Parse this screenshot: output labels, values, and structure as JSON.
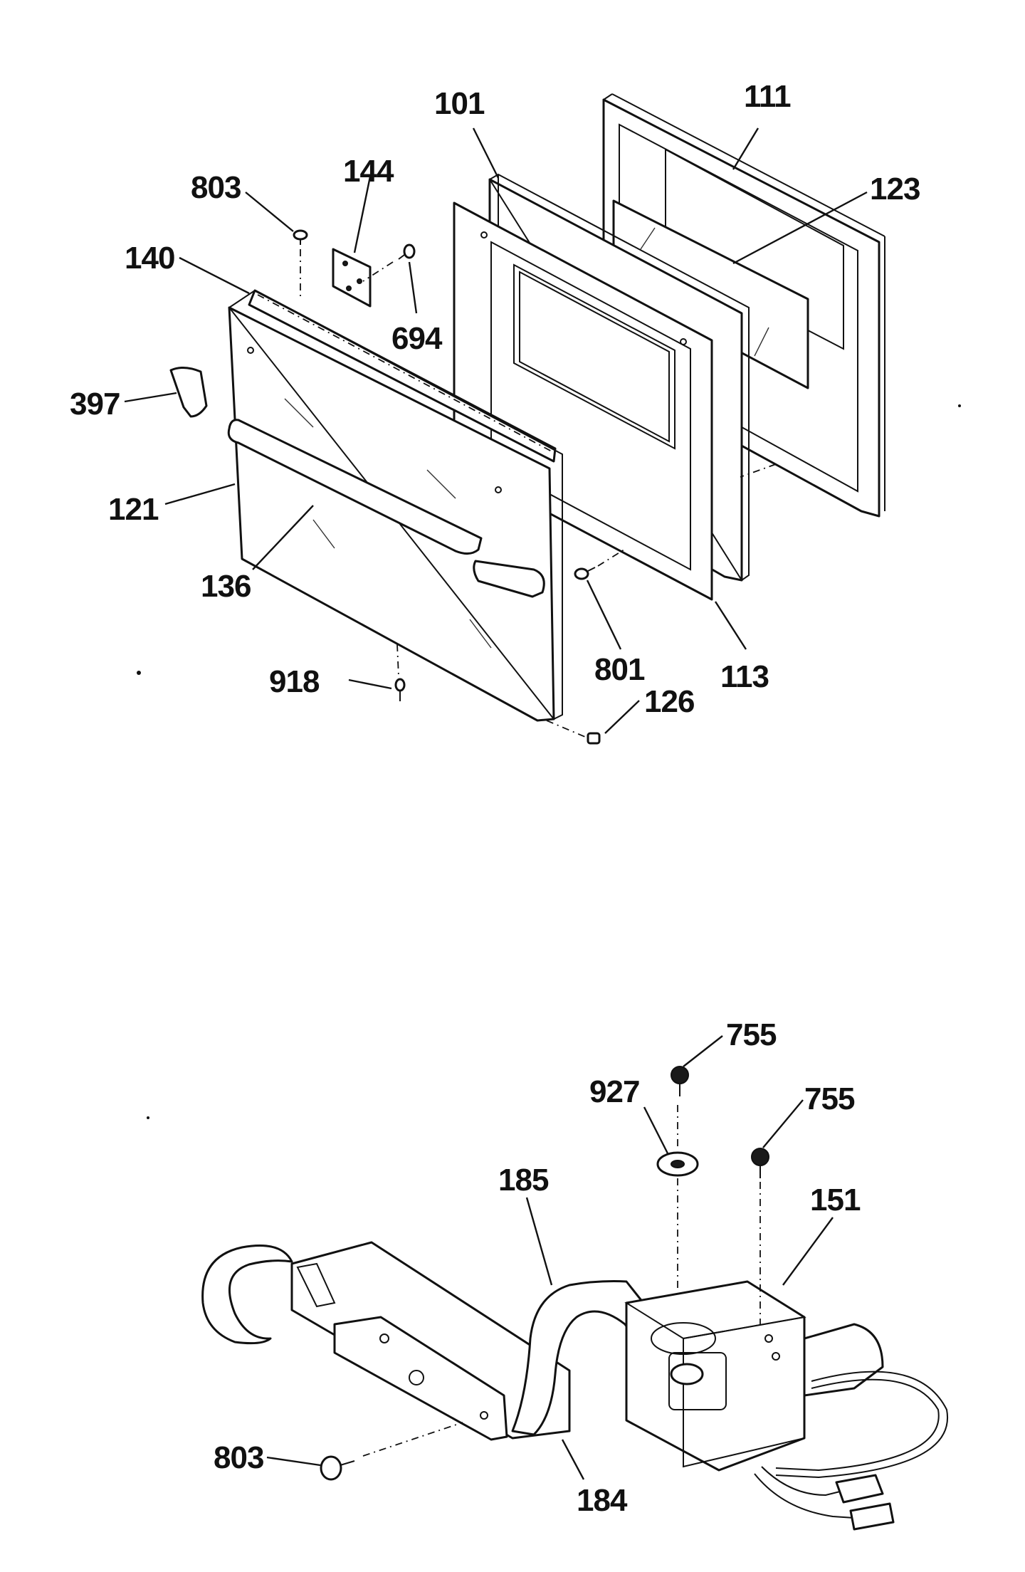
{
  "callouts": {
    "c101": "101",
    "c111": "111",
    "c144": "144",
    "c803_top": "803",
    "c123": "123",
    "c140": "140",
    "c694": "694",
    "c397": "397",
    "c121": "121",
    "c136": "136",
    "c918": "918",
    "c801": "801",
    "c113": "113",
    "c126": "126",
    "c755_a": "755",
    "c927": "927",
    "c755_b": "755",
    "c185": "185",
    "c151": "151",
    "c803_bottom": "803",
    "c184": "184"
  }
}
